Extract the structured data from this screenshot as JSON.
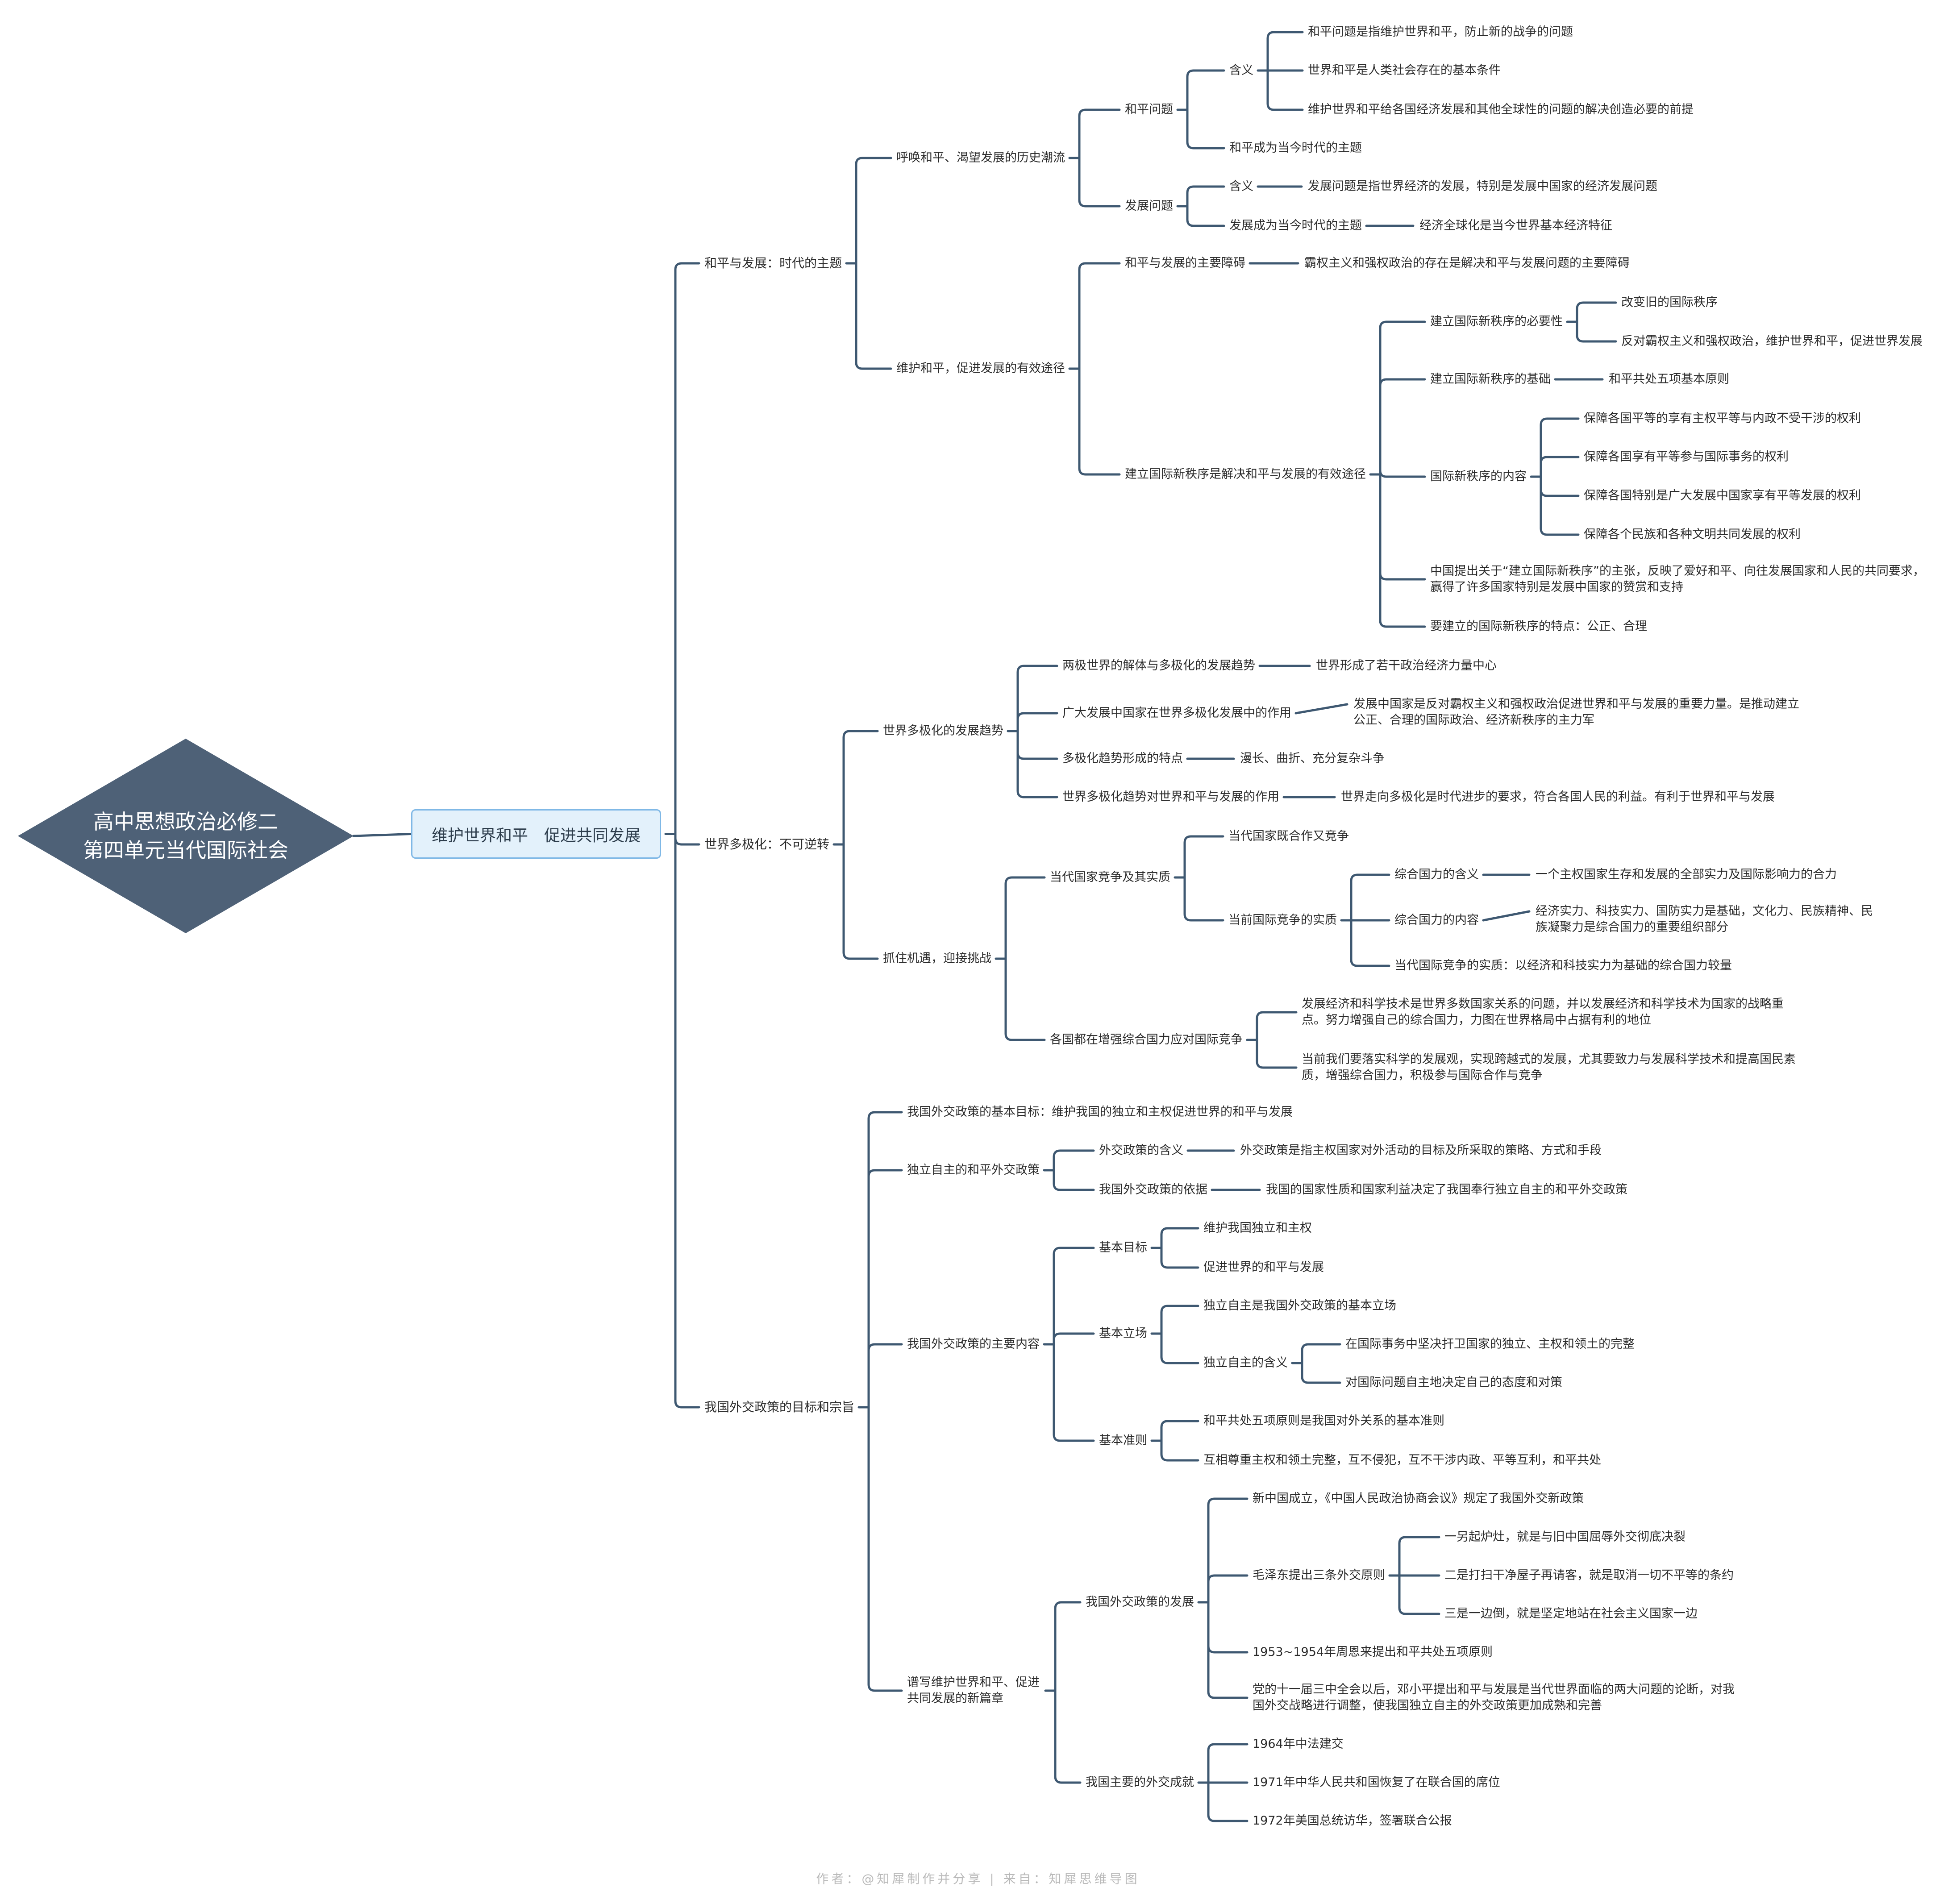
{
  "root": {
    "line1": "高中思想政治必修二",
    "line2": "第四单元当代国际社会"
  },
  "subject": "维护世界和平　促进共同发展",
  "footer": "作者：@知犀制作并分享 | 来自：知犀思维导图",
  "colors": {
    "line": "#3e5871",
    "root_fill": "#4e6177",
    "sub_fill": "#e3f1fb",
    "sub_border": "#7fb8e6",
    "text": "#2b2b2b",
    "footer": "#b9b9b9"
  },
  "nodes": [
    {
      "id": "n1",
      "label": "和平与发展：时代的主题"
    },
    {
      "id": "n2",
      "label": "世界多极化：不可逆转"
    },
    {
      "id": "n3",
      "label": "我国外交政策的目标和宗旨"
    },
    {
      "id": "n1a",
      "label": "呼唤和平、渴望发展的历史潮流"
    },
    {
      "id": "n1b",
      "label": "维护和平，促进发展的有效途径"
    },
    {
      "id": "n1a1",
      "label": "和平问题"
    },
    {
      "id": "n1a2",
      "label": "发展问题"
    },
    {
      "id": "n1a1a",
      "label": "含义"
    },
    {
      "id": "n1a1a1",
      "label": "和平问题是指维护世界和平，防止新的战争的问题"
    },
    {
      "id": "n1a1a2",
      "label": "世界和平是人类社会存在的基本条件"
    },
    {
      "id": "n1a1a3",
      "label": "维护世界和平给各国经济发展和其他全球性的问题的解决创造必要的前提"
    },
    {
      "id": "n1a1b",
      "label": "和平成为当今时代的主题"
    },
    {
      "id": "n1a2a",
      "label": "含义"
    },
    {
      "id": "n1a2a1",
      "label": "发展问题是指世界经济的发展，特别是发展中国家的经济发展问题"
    },
    {
      "id": "n1a2b",
      "label": "发展成为当今时代的主题"
    },
    {
      "id": "n1a2b1",
      "label": "经济全球化是当今世界基本经济特征"
    },
    {
      "id": "n1b1",
      "label": "和平与发展的主要障碍"
    },
    {
      "id": "n1b1a",
      "label": "霸权主义和强权政治的存在是解决和平与发展问题的主要障碍"
    },
    {
      "id": "n1b2",
      "label": "建立国际新秩序是解决和平与发展的有效途径"
    },
    {
      "id": "n1b2a",
      "label": "建立国际新秩序的必要性"
    },
    {
      "id": "n1b2a1",
      "label": "改变旧的国际秩序"
    },
    {
      "id": "n1b2a2",
      "label": "反对霸权主义和强权政治，维护世界和平，促进世界发展"
    },
    {
      "id": "n1b2b",
      "label": "建立国际新秩序的基础"
    },
    {
      "id": "n1b2b1",
      "label": "和平共处五项基本原则"
    },
    {
      "id": "n1b2c",
      "label": "国际新秩序的内容"
    },
    {
      "id": "n1b2c1",
      "label": "保障各国平等的享有主权平等与内政不受干涉的权利"
    },
    {
      "id": "n1b2c2",
      "label": "保障各国享有平等参与国际事务的权利"
    },
    {
      "id": "n1b2c3",
      "label": "保障各国特别是广大发展中国家享有平等发展的权利"
    },
    {
      "id": "n1b2c4",
      "label": "保障各个民族和各种文明共同发展的权利"
    },
    {
      "id": "n1b2d",
      "label": "中国提出关于“建立国际新秩序”的主张，反映了爱好和平、向往发展国家和人民的共同要求，赢得了许多国家特别是发展中国家的赞赏和支持"
    },
    {
      "id": "n1b2e",
      "label": "要建立的国际新秩序的特点：公正、合理"
    },
    {
      "id": "n2a",
      "label": "世界多极化的发展趋势"
    },
    {
      "id": "n2b",
      "label": "抓住机遇，迎接挑战"
    },
    {
      "id": "n2a1",
      "label": "两极世界的解体与多极化的发展趋势"
    },
    {
      "id": "n2a1a",
      "label": "世界形成了若干政治经济力量中心"
    },
    {
      "id": "n2a2",
      "label": "广大发展中国家在世界多极化发展中的作用"
    },
    {
      "id": "n2a2a",
      "label": "发展中国家是反对霸权主义和强权政治促进世界和平与发展的重要力量。是推动建立公正、合理的国际政治、经济新秩序的主力军"
    },
    {
      "id": "n2a3",
      "label": "多极化趋势形成的特点"
    },
    {
      "id": "n2a3a",
      "label": "漫长、曲折、充分复杂斗争"
    },
    {
      "id": "n2a4",
      "label": "世界多极化趋势对世界和平与发展的作用"
    },
    {
      "id": "n2a4a",
      "label": "世界走向多极化是时代进步的要求，符合各国人民的利益。有利于世界和平与发展"
    },
    {
      "id": "n2b1",
      "label": "当代国家竞争及其实质"
    },
    {
      "id": "n2b1a",
      "label": "当代国家既合作又竞争"
    },
    {
      "id": "n2b1b",
      "label": "当前国际竞争的实质"
    },
    {
      "id": "n2b1b1",
      "label": "综合国力的含义"
    },
    {
      "id": "n2b1b1a",
      "label": "一个主权国家生存和发展的全部实力及国际影响力的合力"
    },
    {
      "id": "n2b1b2",
      "label": "综合国力的内容"
    },
    {
      "id": "n2b1b2a",
      "label": "经济实力、科技实力、国防实力是基础，文化力、民族精神、民族凝聚力是综合国力的重要组织部分"
    },
    {
      "id": "n2b1b3",
      "label": "当代国际竞争的实质：以经济和科技实力为基础的综合国力较量"
    },
    {
      "id": "n2b2",
      "label": "各国都在增强综合国力应对国际竞争"
    },
    {
      "id": "n2b2a",
      "label": "发展经济和科学技术是世界多数国家关系的问题，并以发展经济和科学技术为国家的战略重点。努力增强自己的综合国力，力图在世界格局中占据有利的地位"
    },
    {
      "id": "n2b2b",
      "label": "当前我们要落实科学的发展观，实现跨越式的发展，尤其要致力与发展科学技术和提高国民素质，增强综合国力，积极参与国际合作与竞争"
    },
    {
      "id": "n3a",
      "label": "我国外交政策的基本目标：维护我国的独立和主权促进世界的和平与发展"
    },
    {
      "id": "n3b",
      "label": "独立自主的和平外交政策"
    },
    {
      "id": "n3b1",
      "label": "外交政策的含义"
    },
    {
      "id": "n3b1a",
      "label": "外交政策是指主权国家对外活动的目标及所采取的策略、方式和手段"
    },
    {
      "id": "n3b2",
      "label": "我国外交政策的依据"
    },
    {
      "id": "n3b2a",
      "label": "我国的国家性质和国家利益决定了我国奉行独立自主的和平外交政策"
    },
    {
      "id": "n3c",
      "label": "我国外交政策的主要内容"
    },
    {
      "id": "n3c1",
      "label": "基本目标"
    },
    {
      "id": "n3c1a",
      "label": "维护我国独立和主权"
    },
    {
      "id": "n3c1b",
      "label": "促进世界的和平与发展"
    },
    {
      "id": "n3c2",
      "label": "基本立场"
    },
    {
      "id": "n3c2a",
      "label": "独立自主是我国外交政策的基本立场"
    },
    {
      "id": "n3c2b",
      "label": "独立自主的含义"
    },
    {
      "id": "n3c2b1",
      "label": "在国际事务中坚决扞卫国家的独立、主权和领土的完整"
    },
    {
      "id": "n3c2b2",
      "label": "对国际问题自主地决定自己的态度和对策"
    },
    {
      "id": "n3c3",
      "label": "基本准则"
    },
    {
      "id": "n3c3a",
      "label": "和平共处五项原则是我国对外关系的基本准则"
    },
    {
      "id": "n3c3b",
      "label": "互相尊重主权和领土完整，互不侵犯，互不干涉内政、平等互利，和平共处"
    },
    {
      "id": "n3d",
      "label": "谱写维护世界和平、促进共同发展的新篇章"
    },
    {
      "id": "n3d1",
      "label": "我国外交政策的发展"
    },
    {
      "id": "n3d1a",
      "label": "新中国成立，《中国人民政治协商会议》规定了我国外交新政策"
    },
    {
      "id": "n3d1b",
      "label": "毛泽东提出三条外交原则"
    },
    {
      "id": "n3d1b1",
      "label": "一另起炉灶，就是与旧中国屈辱外交彻底决裂"
    },
    {
      "id": "n3d1b2",
      "label": "二是打扫干净屋子再请客，就是取消一切不平等的条约"
    },
    {
      "id": "n3d1b3",
      "label": "三是一边倒，就是坚定地站在社会主义国家一边"
    },
    {
      "id": "n3d1c",
      "label": "1953~1954年周恩来提出和平共处五项原则"
    },
    {
      "id": "n3d1d",
      "label": "党的十一届三中全会以后，邓小平提出和平与发展是当代世界面临的两大问题的论断，对我国外交战略进行调整，使我国独立自主的外交政策更加成熟和完善"
    },
    {
      "id": "n3d2",
      "label": "我国主要的外交成就"
    },
    {
      "id": "n3d2a",
      "label": "1964年中法建交"
    },
    {
      "id": "n3d2b",
      "label": "1971年中华人民共和国恢复了在联合国的席位"
    },
    {
      "id": "n3d2c",
      "label": "1972年美国总统访华，签署联合公报"
    }
  ]
}
